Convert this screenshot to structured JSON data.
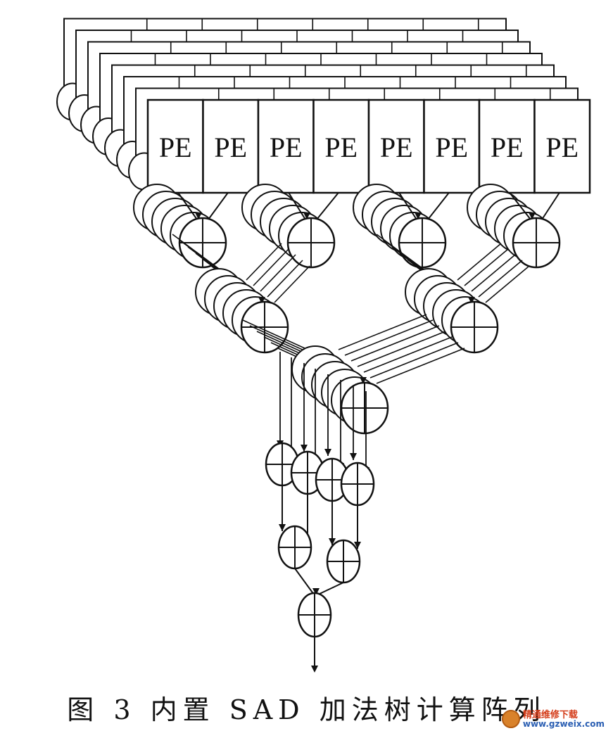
{
  "diagram": {
    "pe_label": "PE",
    "pe_count": 8,
    "layers": 8,
    "adder_symbol": "⊕"
  },
  "caption": "图 3  内置 SAD 加法树计算阵列",
  "watermark": {
    "text_cn": "精通维修下载",
    "url": "www.gzweix.com"
  },
  "colors": {
    "line": "#111111",
    "background": "#ffffff"
  }
}
